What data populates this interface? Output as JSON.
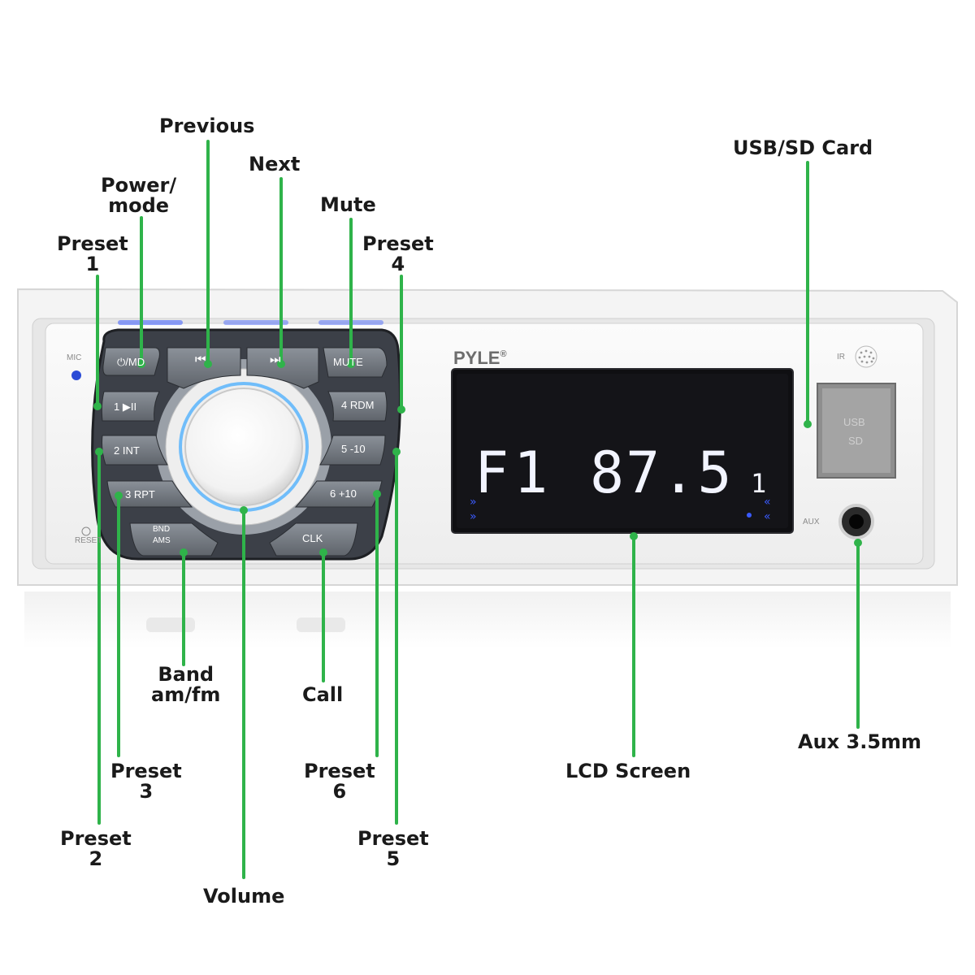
{
  "device": {
    "brand": "PYLE",
    "brand_mark": "®",
    "side_labels": {
      "mic": "MIC",
      "reset": "RESET",
      "ir": "IR",
      "aux": "AUX"
    },
    "usb_slot": {
      "line1": "USB",
      "line2": "SD"
    },
    "buttons": {
      "power_mode": "⏻/MD",
      "previous": "⏮",
      "next": "⏭",
      "mute": "MUTE",
      "preset1": "1 ▶II",
      "preset2": "2 INT",
      "preset3": "3 RPT",
      "preset4": "4 RDM",
      "preset5": "5 -10",
      "preset6": "6 +10",
      "band_top": "BND",
      "band_bottom": "AMS",
      "clk": "CLK"
    },
    "lcd": {
      "band": "F1",
      "frequency": "87.5",
      "preset_indicator": "1"
    },
    "colors": {
      "callout_line": "#2fb34a",
      "lcd_text": "#f2f4ff",
      "button_glow": "#3a5bff"
    }
  },
  "callouts": {
    "previous": {
      "lines": [
        "Previous"
      ]
    },
    "next": {
      "lines": [
        "Next"
      ]
    },
    "power_mode": {
      "lines": [
        "Power/",
        "mode"
      ]
    },
    "mute": {
      "lines": [
        "Mute"
      ]
    },
    "preset1": {
      "lines": [
        "Preset",
        "1"
      ]
    },
    "preset4": {
      "lines": [
        "Preset",
        "4"
      ]
    },
    "usb_sd": {
      "lines": [
        "USB/SD Card"
      ]
    },
    "band": {
      "lines": [
        "Band",
        "am/fm"
      ]
    },
    "call": {
      "lines": [
        "Call"
      ]
    },
    "preset3": {
      "lines": [
        "Preset",
        "3"
      ]
    },
    "preset6": {
      "lines": [
        "Preset",
        "6"
      ]
    },
    "lcd": {
      "lines": [
        "LCD Screen"
      ]
    },
    "aux": {
      "lines": [
        "Aux 3.5mm"
      ]
    },
    "preset2": {
      "lines": [
        "Preset",
        "2"
      ]
    },
    "preset5": {
      "lines": [
        "Preset",
        "5"
      ]
    },
    "volume": {
      "lines": [
        "Volume"
      ]
    }
  }
}
